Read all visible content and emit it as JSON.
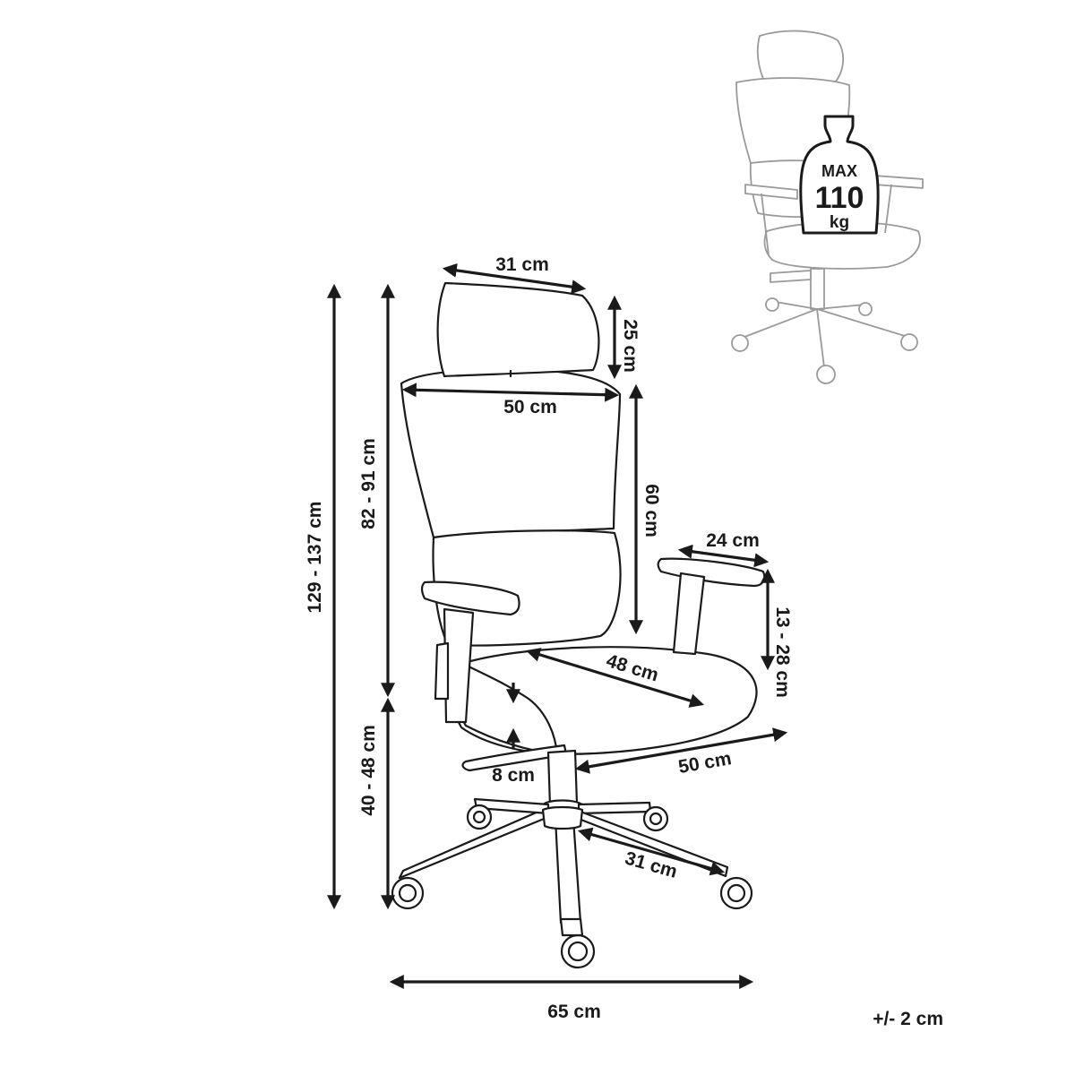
{
  "dimensions": {
    "headrest_width": "31 cm",
    "headrest_height": "25 cm",
    "backrest_width": "50 cm",
    "backrest_height": "60 cm",
    "back_height_range": "82 - 91 cm",
    "total_height_range": "129 - 137 cm",
    "armrest_length": "24 cm",
    "armrest_height_range": "13 - 28 cm",
    "seat_depth": "48 cm",
    "seat_width": "50 cm",
    "seat_adjust": "8 cm",
    "seat_height_range": "40 - 48 cm",
    "base_radius": "31 cm",
    "base_width": "65 cm"
  },
  "weight_badge": {
    "label": "MAX",
    "value": "110",
    "unit": "kg"
  },
  "tolerance": "+/- 2 cm"
}
